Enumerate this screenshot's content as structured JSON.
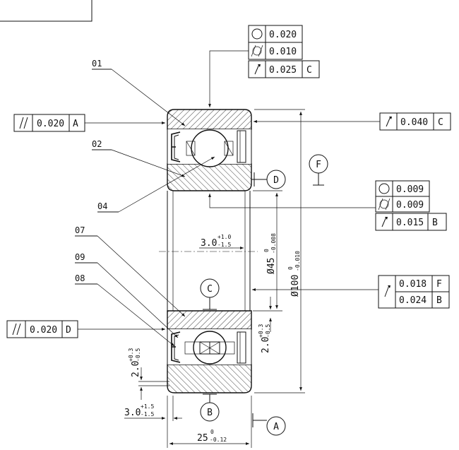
{
  "callouts": {
    "c01": "01",
    "c02": "02",
    "c04": "04",
    "c07": "07",
    "c09": "09",
    "c08": "08"
  },
  "datums": {
    "f": "F",
    "d": "D",
    "c": "C",
    "b": "B",
    "a": "A"
  },
  "fcf_top": {
    "circ_val": "0.020",
    "cyl_val": "0.010",
    "runout_val": "0.025",
    "runout_ref": "C"
  },
  "fcf_left_top": {
    "val": "0.020",
    "ref": "A"
  },
  "fcf_right_top": {
    "val": "0.040",
    "ref": "C"
  },
  "fcf_mid_right": {
    "circ_val": "0.009",
    "cyl_val": "0.009",
    "runout_val": "0.015",
    "runout_ref": "B"
  },
  "fcf_right_bottom": {
    "r1_val": "0.018",
    "r1_ref": "F",
    "r2_val": "0.024",
    "r2_ref": "B"
  },
  "fcf_left_bottom": {
    "val": "0.020",
    "ref": "D"
  },
  "dims": {
    "d1_main": "3.0",
    "d1_up": "+1.0",
    "d1_lo": "-1.5",
    "bore_main": "Ø45",
    "bore_up": "0",
    "bore_lo": "-0.008",
    "od_main": "Ø100",
    "od_up": "0",
    "od_lo": "-0.010",
    "s1_main": "2.0",
    "s1_up": "+0.3",
    "s1_lo": "-0.5",
    "s2_main": "2.0",
    "s2_up": "+0.3",
    "s2_lo": "-0.5",
    "d2_main": "3.0",
    "d2_up": "+1.5",
    "d2_lo": "-1.5",
    "w_main": "25",
    "w_up": "0",
    "w_lo": "-0.12"
  }
}
